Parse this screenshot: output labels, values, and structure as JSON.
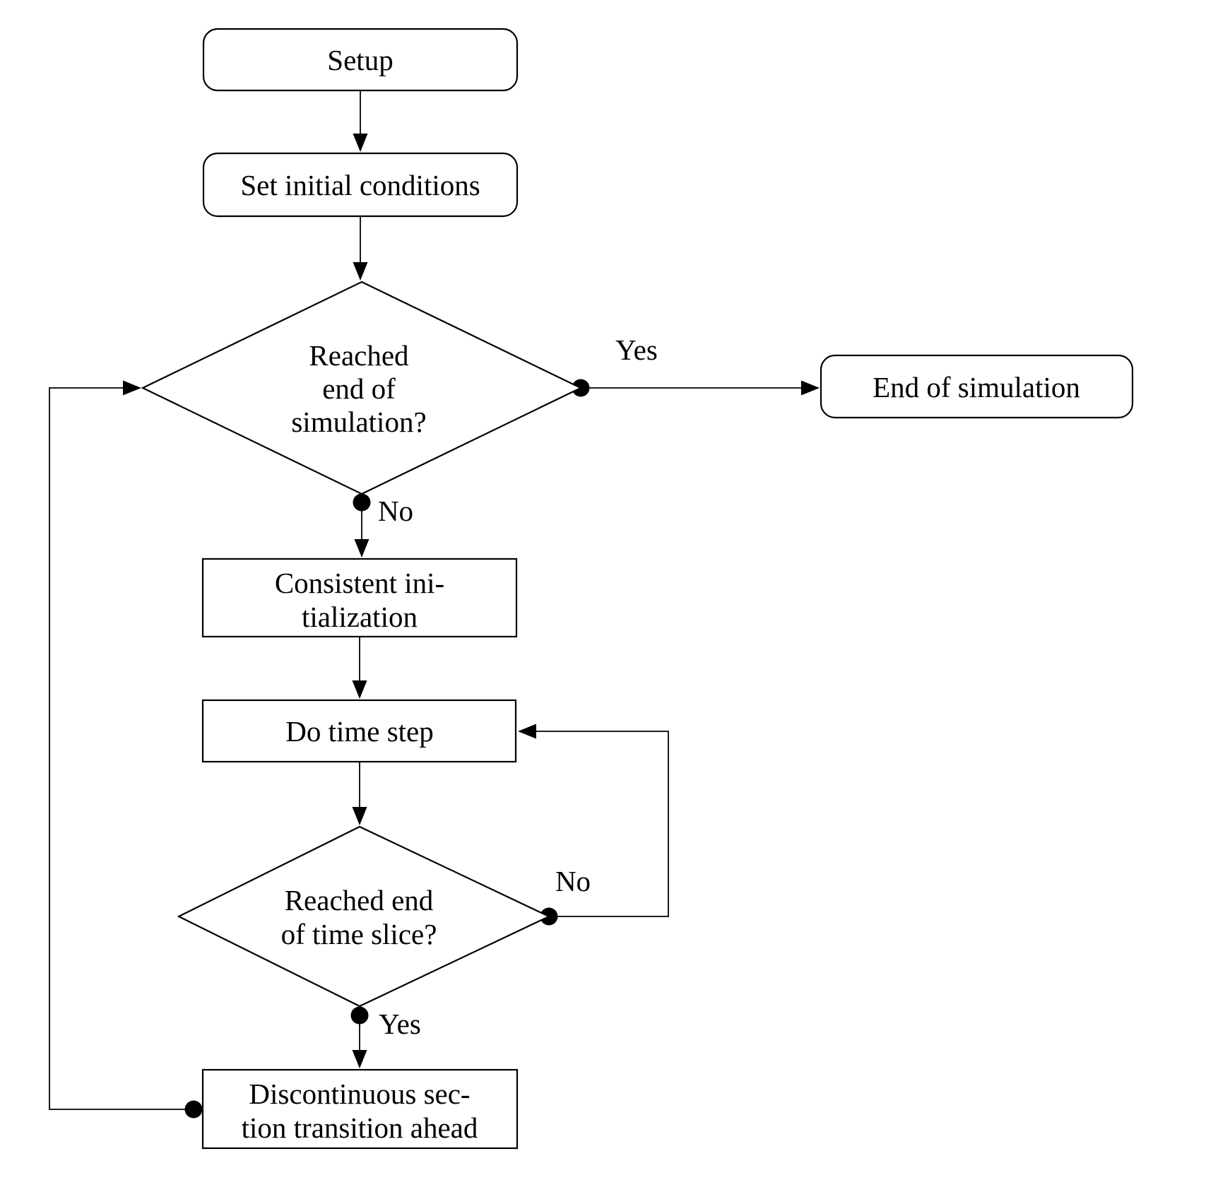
{
  "diagram": {
    "type": "flowchart",
    "colors": {
      "background": "#ffffff",
      "stroke": "#000000",
      "text": "#000000"
    },
    "nodes": {
      "setup": {
        "shape": "rounded-rect",
        "label": "Setup"
      },
      "set_initial_conditions": {
        "shape": "rounded-rect",
        "label": "Set initial conditions"
      },
      "reached_end_of_simulation": {
        "shape": "diamond",
        "lines": [
          "Reached",
          "end of",
          "simulation?"
        ]
      },
      "end_of_simulation": {
        "shape": "rounded-rect",
        "label": "End of simulation"
      },
      "consistent_initialization": {
        "shape": "rect",
        "lines": [
          "Consistent ini-",
          "tialization"
        ]
      },
      "do_time_step": {
        "shape": "rect",
        "label": "Do time step"
      },
      "reached_end_of_time_slice": {
        "shape": "diamond",
        "lines": [
          "Reached end",
          "of time slice?"
        ]
      },
      "discontinuous_section_transition": {
        "shape": "rect",
        "lines": [
          "Discontinuous sec-",
          "tion transition ahead"
        ]
      }
    },
    "edge_labels": {
      "simulation_yes": "Yes",
      "simulation_no": "No",
      "time_slice_no": "No",
      "time_slice_yes": "Yes"
    }
  }
}
